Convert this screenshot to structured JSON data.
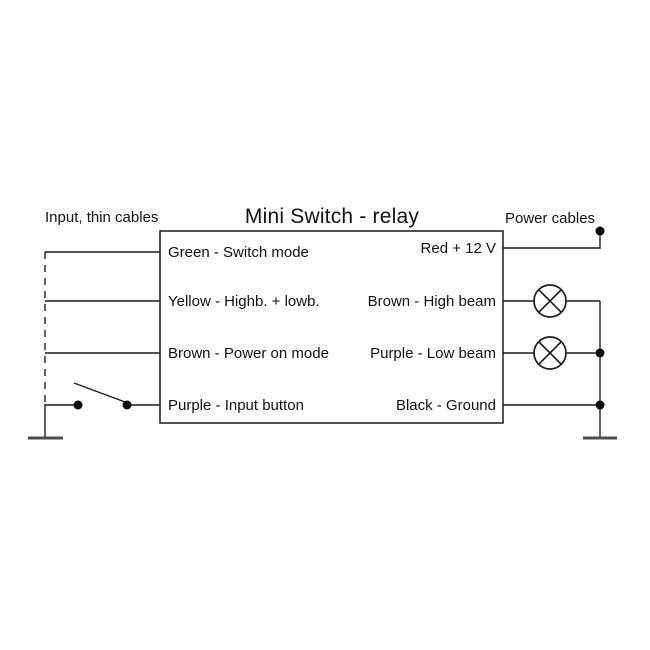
{
  "diagram": {
    "title": "Mini Switch - relay",
    "left_header": "Input, thin cables",
    "right_header": "Power cables",
    "relay_box": {
      "left_pins": [
        {
          "label": "Green - Switch mode"
        },
        {
          "label": "Yellow - Highb. + lowb."
        },
        {
          "label": "Brown - Power on mode"
        },
        {
          "label": "Purple - Input button"
        }
      ],
      "right_pins": [
        {
          "label": "Red + 12 V"
        },
        {
          "label": "Brown - High beam"
        },
        {
          "label": "Purple - Low beam"
        },
        {
          "label": "Black - Ground"
        }
      ]
    },
    "symbols": {
      "lamps": [
        "high-beam-lamp",
        "low-beam-lamp"
      ],
      "switch": "input-button-switch",
      "grounds": [
        "input-ground",
        "power-ground"
      ],
      "power_terminal": "plus-12v-terminal"
    },
    "colors": {
      "background": "#ffffff",
      "line": "#1c1c1c",
      "text": "#111111",
      "ground_bar": "#4d4d4d"
    }
  }
}
